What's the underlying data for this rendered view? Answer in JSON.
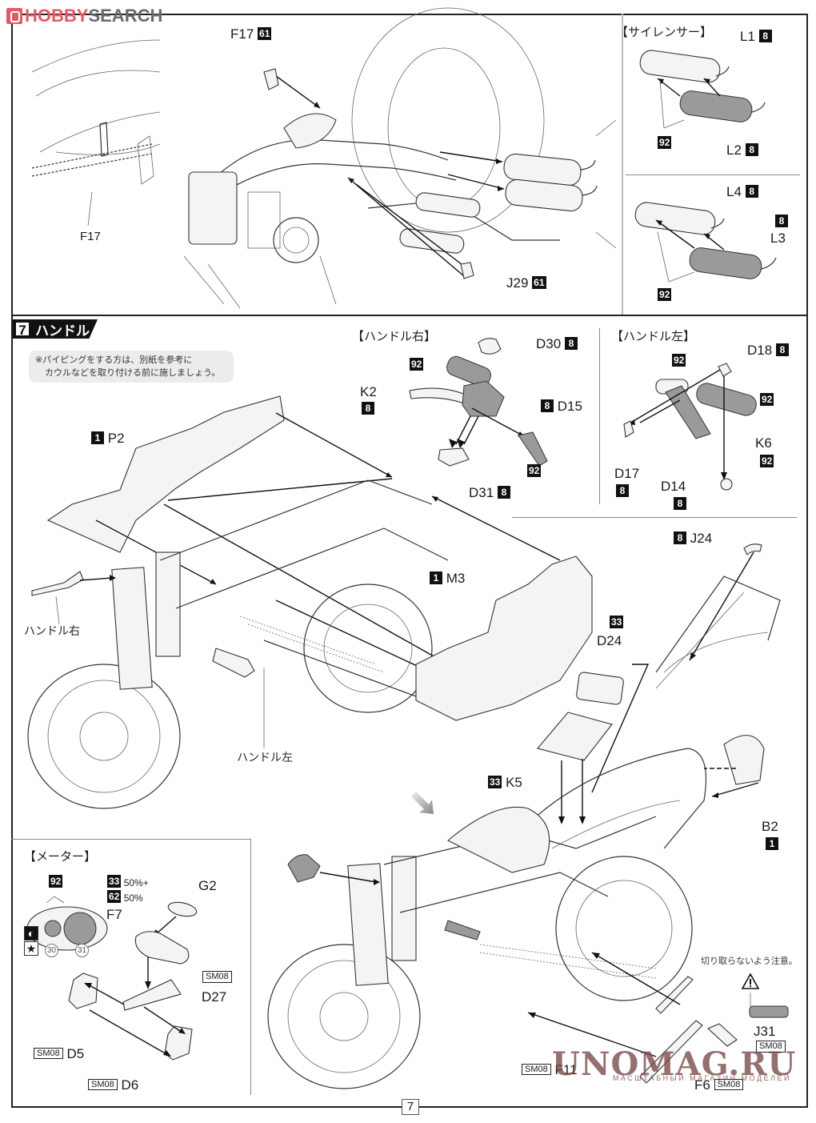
{
  "watermark_top": {
    "brand_red": "HOBBY",
    "brand_gray": "SEARCH"
  },
  "top_section": {
    "labels": {
      "f17_main": "F17",
      "f17_main_badge": "61",
      "f17_side": "F17",
      "j29": "J29",
      "j29_badge": "61"
    },
    "silencer": {
      "title": "【サイレンサー】",
      "upper": {
        "l1": "L1",
        "l1_badge": "8",
        "l2": "L2",
        "l2_badge": "8",
        "paint_badge": "92"
      },
      "lower": {
        "l4": "L4",
        "l4_badge": "8",
        "l3": "L3",
        "l3_badge": "8",
        "paint_badge": "92"
      }
    }
  },
  "step": {
    "number": "7",
    "title": "ハンドル",
    "note_line1": "※パイピングをする方は、別紙を参考に",
    "note_line2": "カウルなどを取り付ける前に施しましょう。"
  },
  "handle_right": {
    "title": "【ハンドル右】",
    "d30": "D30",
    "d30_badge": "8",
    "grip_badge": "92",
    "k2": "K2",
    "k2_badge": "8",
    "d15": "D15",
    "d15_badge": "8",
    "d15_paint_badge": "92",
    "d31": "D31",
    "d31_badge": "8"
  },
  "handle_left": {
    "title": "【ハンドル左】",
    "d18": "D18",
    "d18_badge": "8",
    "lever_badge": "92",
    "grip_badge": "92",
    "k6": "K6",
    "k6_badge": "92",
    "d17": "D17",
    "d17_badge": "8",
    "d14": "D14",
    "d14_badge": "8"
  },
  "main_assembly": {
    "p2": "P2",
    "p2_badge": "1",
    "m3": "M3",
    "m3_badge": "1",
    "handle_right_callout": "ハンドル右",
    "handle_left_callout": "ハンドル左",
    "j24": "J24",
    "j24_badge": "8",
    "d24": "D24",
    "d24_badge": "33",
    "k5": "K5",
    "k5_badge": "33",
    "b2": "B2",
    "b2_badge": "1"
  },
  "meter": {
    "title": "【メーター】",
    "paint_badge": "92",
    "mix1_badge": "33",
    "mix1_text": "50%+",
    "mix2_badge": "62",
    "mix2_text": "50%",
    "decal_30": "30",
    "decal_31": "31",
    "g2": "G2",
    "f7": "F7",
    "d27": "D27",
    "d27_tag": "SM08",
    "d5": "D5",
    "d5_tag": "SM08",
    "d6": "D6",
    "d6_tag": "SM08"
  },
  "bottom_right": {
    "caution": "切り取らないよう注意。",
    "j31": "J31",
    "j31_tag": "SM08",
    "f11": "F11",
    "f11_tag": "SM08",
    "f6": "F6",
    "f6_tag": "SM08"
  },
  "page_number": "7",
  "watermark_bottom": {
    "main": "UNOMAG.RU",
    "sub": "МАСШТАБНЫЙ МАГАЗИН МОДЕЛЕЙ"
  }
}
